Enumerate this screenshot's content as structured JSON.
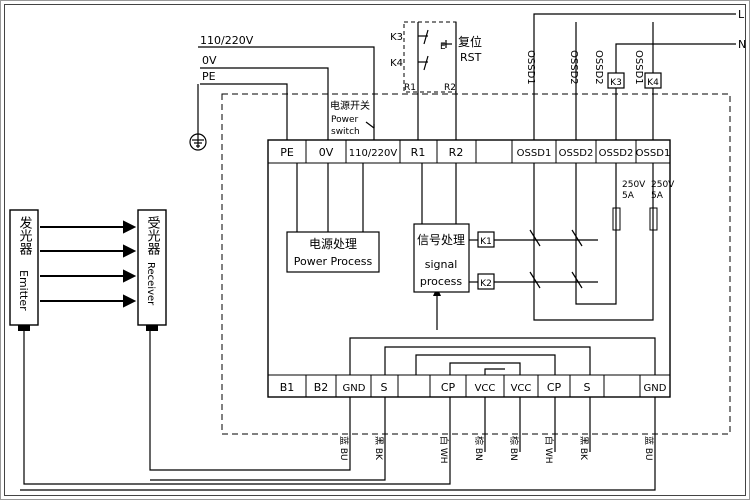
{
  "supply": {
    "line_110_220": "110/220V",
    "line_0v": "0V",
    "line_pe": "PE",
    "line_l": "L",
    "line_n": "N"
  },
  "reset": {
    "k3": "K3",
    "k4": "K4",
    "e": "E",
    "label_cn": "复位",
    "label_en": "RST",
    "r1": "R1",
    "r2": "R2"
  },
  "power_switch": {
    "label_cn": "电源开关",
    "label_en_1": "Power",
    "label_en_2": "switch"
  },
  "output_labels": [
    "OSSD1",
    "OSSD2",
    "OSSD2",
    "OSSD1"
  ],
  "relays_top": [
    "K3",
    "K4"
  ],
  "top_terminals": [
    "PE",
    "0V",
    "110/220V",
    "R1",
    "R2",
    "",
    "OSSD1",
    "OSSD2",
    "OSSD2",
    "OSSD1"
  ],
  "fuses": [
    {
      "rating": "250V",
      "current": "5A"
    },
    {
      "rating": "250V",
      "current": "5A"
    }
  ],
  "blocks": {
    "power_cn": "电源处理",
    "power_en": "Power Process",
    "signal_cn": "信号处理",
    "signal_en_1": "signal",
    "signal_en_2": "process",
    "k1": "K1",
    "k2": "K2"
  },
  "bottom_terminals": [
    "B1",
    "B2",
    "GND",
    "S",
    "",
    "CP",
    "VCC",
    "VCC",
    "CP",
    "S",
    "",
    "GND"
  ],
  "wire_colors": [
    "蓝 BU",
    "黑 BK",
    "白 WH",
    "棕 BN",
    "棕 BN",
    "白 WH",
    "黑 BK",
    "蓝 BU"
  ],
  "emitter": {
    "label_cn": "发光器",
    "label_en": "Emitter"
  },
  "receiver": {
    "label_cn": "受光器",
    "label_en": "Receiver"
  }
}
